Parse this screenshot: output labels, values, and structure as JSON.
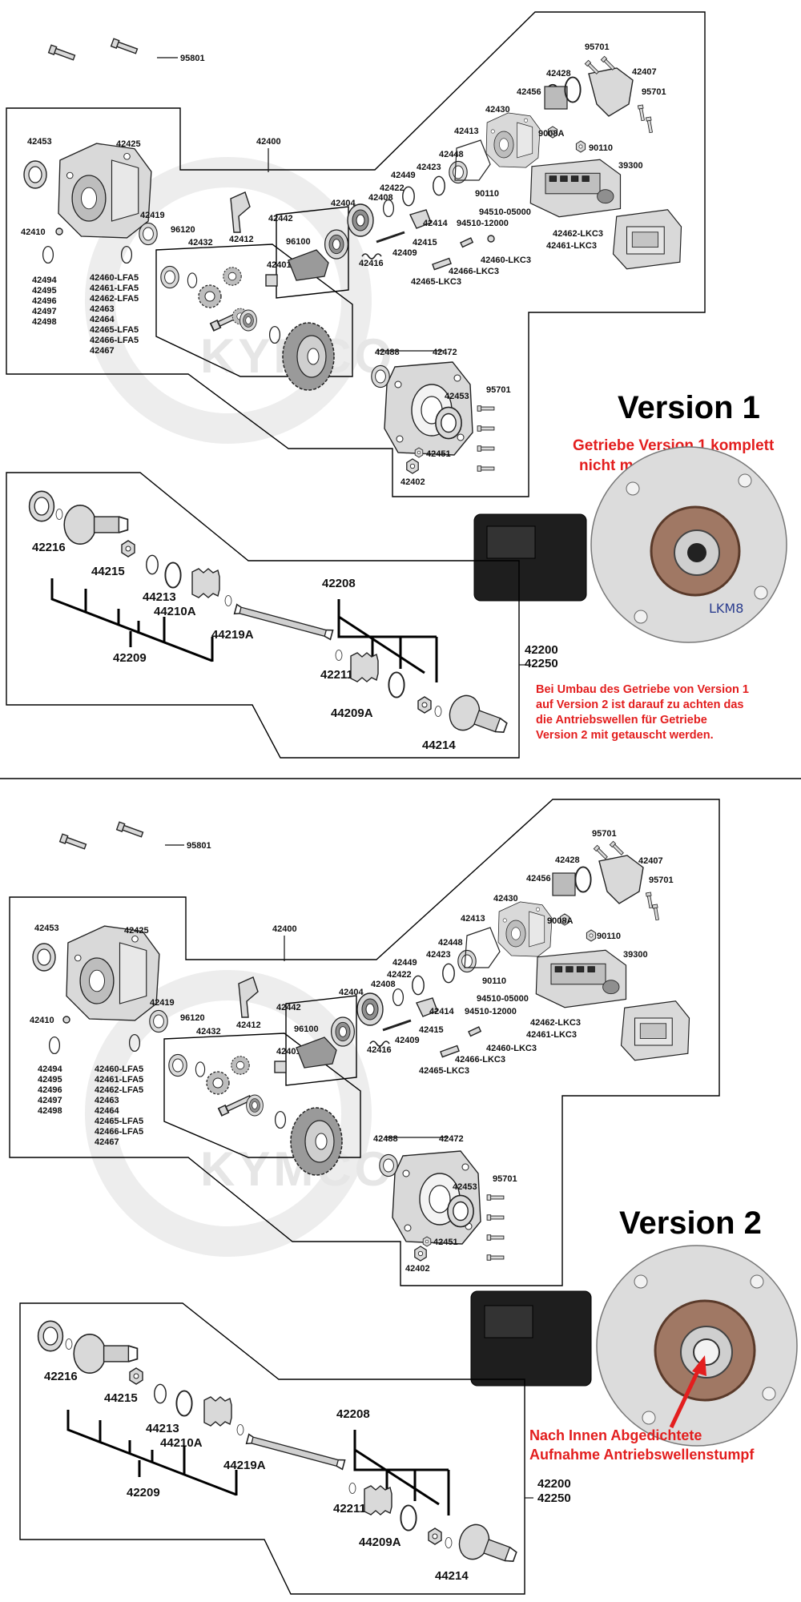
{
  "watermark": "KYMCO",
  "versions": [
    {
      "title": "Version 1",
      "note_header": [
        "Getriebe Version 1 komplett",
        "nicht mehr lieferbar."
      ],
      "note_body": [
        "Bei Umbau des Getriebe von Version 1",
        "auf Version 2 ist darauf zu achten das",
        "die Antriebswellen für Getriebe",
        "Version 2 mit getauscht werden."
      ],
      "photo_label": "LKM8"
    },
    {
      "title": "Version 2",
      "note_body": [
        "Nach Innen Abgedichtete",
        "Aufnahme Antriebswellenstumpf"
      ]
    }
  ],
  "labels": {
    "p95801": "95801",
    "p42453": "42453",
    "p42425": "42425",
    "p42400": "42400",
    "p42419": "42419",
    "p96120": "96120",
    "p42410": "42410",
    "p42412": "42412",
    "p42442": "42442",
    "p42404": "42404",
    "p42432": "42432",
    "p42401": "42401",
    "p96100": "96100",
    "p42408": "42408",
    "p42422": "42422",
    "p42449": "42449",
    "p42423": "42423",
    "p42448": "42448",
    "p42413": "42413",
    "p42430": "42430",
    "p42456": "42456",
    "p42428": "42428",
    "p95701": "95701",
    "p42407": "42407",
    "p9008A": "9008A",
    "p90110": "90110",
    "p39300": "39300",
    "p94510a": "94510-05000",
    "p94510b": "94510-12000",
    "p42414": "42414",
    "p42415": "42415",
    "p42409": "42409",
    "p42416": "42416",
    "p42462": "42462-LKC3",
    "p42461": "42461-LKC3",
    "p42460": "42460-LKC3",
    "p42466": "42466-LKC3",
    "p42465": "42465-LKC3",
    "p42488": "42488",
    "p42472": "42472",
    "p42451": "42451",
    "p42402": "42402",
    "p42216": "42216",
    "p44215": "44215",
    "p44213": "44213",
    "p44210A": "44210A",
    "p44219A": "44219A",
    "p42209": "42209",
    "p42208": "42208",
    "p42211": "42211",
    "p44209A": "44209A",
    "p44214": "44214",
    "p42200": "42200",
    "p42250": "42250"
  },
  "list_left": [
    "42494",
    "42495",
    "42496",
    "42497",
    "42498"
  ],
  "list_lfa": [
    "42460-LFA5",
    "42461-LFA5",
    "42462-LFA5",
    "42463",
    "42464",
    "42465-LFA5",
    "42466-LFA5",
    "42467"
  ]
}
